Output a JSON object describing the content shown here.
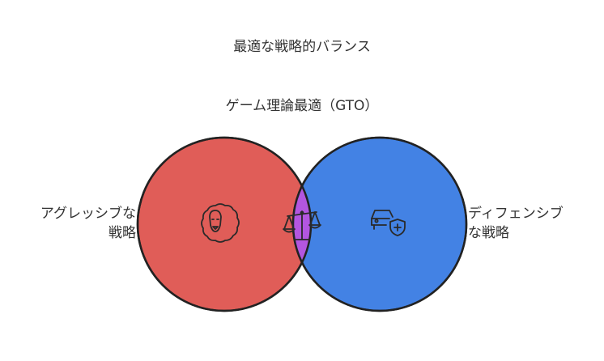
{
  "title": "最適な戦略的バランス",
  "overlap": {
    "label": "ゲーム理論最適（GTO）",
    "icon": "balance-scale-icon",
    "color": "#b356e0"
  },
  "left_set": {
    "label_line1": "アグレッシブな",
    "label_line2": "戦略",
    "icon": "lion-icon",
    "color": "#e05d58"
  },
  "right_set": {
    "label_line1": "ディフェンシブ",
    "label_line2": "な戦略",
    "icon": "car-shield-icon",
    "color": "#4382e4"
  }
}
